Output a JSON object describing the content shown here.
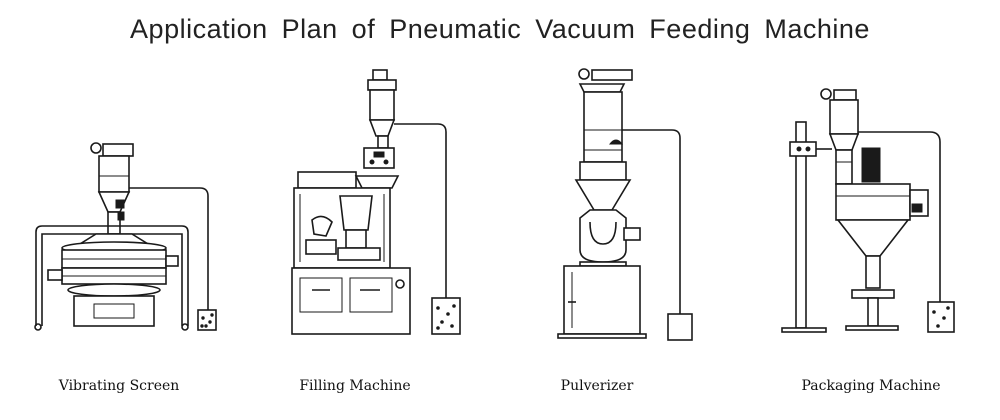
{
  "title": "Application  Plan of  Pneumatic  Vacuum  Feeding  Machine",
  "machines": [
    {
      "label": "Vibrating Screen"
    },
    {
      "label": "Filling Machine"
    },
    {
      "label": "Pulverizer"
    },
    {
      "label": "Packaging Machine"
    }
  ]
}
